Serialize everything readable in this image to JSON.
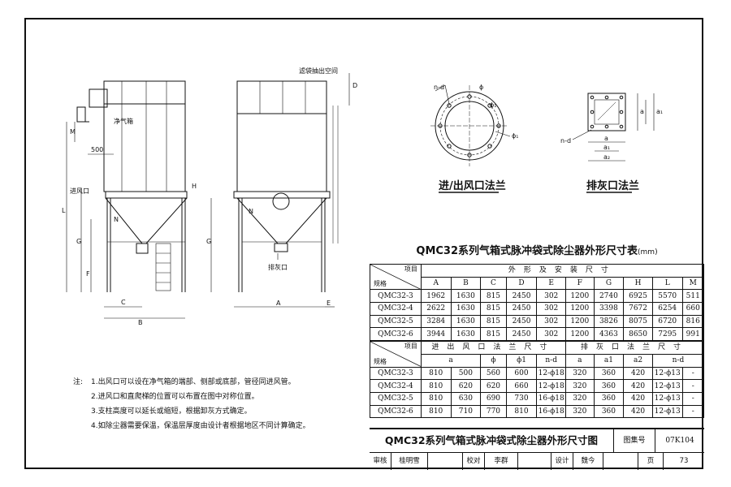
{
  "drawing_labels": {
    "filter_bag_space": "滤袋抽出空间",
    "clean_air_box": "净气箱",
    "dim_500": "500",
    "air_inlet": "进风口",
    "ash_outlet": "排灰口",
    "dim_letters": {
      "M": "M",
      "H": "H",
      "L": "L",
      "G": "G",
      "F": "F",
      "N": "N",
      "C": "C",
      "B": "B",
      "A": "A",
      "E": "E",
      "D": "D"
    },
    "flange_marks": {
      "nd": "n-d",
      "phi": "ϕ",
      "phi1": "ϕ₁",
      "phi_1b": "ϕ₁",
      "a": "a",
      "a1": "a₁",
      "a2": "a₂"
    },
    "inlet_flange_caption": "进/出风口法兰",
    "ash_flange_caption": "排灰口法兰"
  },
  "table": {
    "title": "QMC32系列气箱式脉冲袋式除尘器外形尺寸表",
    "unit": "(mm)",
    "corner1": {
      "top": "项目",
      "bottom": "规格"
    },
    "group1": "外形及安装尺寸",
    "columns1": [
      "A",
      "B",
      "C",
      "D",
      "E",
      "F",
      "G",
      "H",
      "L",
      "M"
    ],
    "rows1": [
      {
        "model": "QMC32-3",
        "values": [
          "1962",
          "1630",
          "815",
          "2450",
          "302",
          "1200",
          "2740",
          "6925",
          "5570",
          "511"
        ]
      },
      {
        "model": "QMC32-4",
        "values": [
          "2622",
          "1630",
          "815",
          "2450",
          "302",
          "1200",
          "3398",
          "7672",
          "6254",
          "660"
        ]
      },
      {
        "model": "QMC32-5",
        "values": [
          "3284",
          "1630",
          "815",
          "2450",
          "302",
          "1200",
          "3826",
          "8075",
          "6720",
          "816"
        ]
      },
      {
        "model": "QMC32-6",
        "values": [
          "3944",
          "1630",
          "815",
          "2450",
          "302",
          "1200",
          "4363",
          "8650",
          "7295",
          "991"
        ]
      }
    ],
    "corner2": {
      "top": "项目",
      "bottom": "规格"
    },
    "group2a": "进出风口法兰尺寸",
    "group2b": "排灰口法兰尺寸",
    "columns2": [
      "a",
      "ϕ",
      "ϕ1",
      "n-d",
      "a",
      "a1",
      "a2",
      "n-d"
    ],
    "rows2": [
      {
        "model": "QMC32-3",
        "values": [
          "810",
          "500",
          "560",
          "600",
          "12-ϕ18",
          "320",
          "360",
          "420",
          "12-ϕ13",
          "-"
        ]
      },
      {
        "model": "QMC32-4",
        "values": [
          "810",
          "620",
          "620",
          "660",
          "12-ϕ18",
          "320",
          "360",
          "420",
          "12-ϕ13",
          "-"
        ]
      },
      {
        "model": "QMC32-5",
        "values": [
          "810",
          "630",
          "690",
          "730",
          "16-ϕ18",
          "320",
          "360",
          "420",
          "12-ϕ13",
          "-"
        ]
      },
      {
        "model": "QMC32-6",
        "values": [
          "810",
          "710",
          "770",
          "810",
          "16-ϕ18",
          "320",
          "360",
          "420",
          "12-ϕ13",
          "-"
        ]
      }
    ]
  },
  "notes": {
    "label": "注:",
    "items": [
      "1.出风口可以设在净气箱的端部、侧部或底部，管径同进风管。",
      "2.进风口和直爬梯的位置可以布置在图中对称位置。",
      "3.支柱高度可以延长或缩短，根据卸灰方式确定。",
      "4.如除尘器需要保温，保温层厚度由设计者根据地区不同计算确定。"
    ]
  },
  "title_block": {
    "title": "QMC32系列气箱式脉冲袋式除尘器外形尺寸图",
    "atlas_label": "图集号",
    "atlas_no": "07K104",
    "review_label": "审核",
    "reviewer": "桂明雪",
    "proof_label": "校对",
    "proofer": "李群",
    "design_label": "设计",
    "designer": "魏今",
    "page_label": "页",
    "page_no": "73"
  }
}
